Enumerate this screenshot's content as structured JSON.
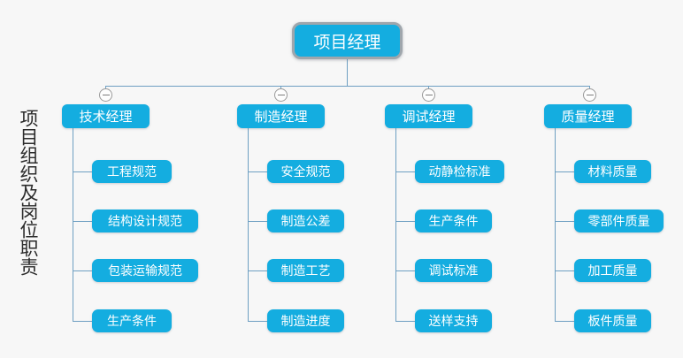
{
  "side_title": "项目组织及岗位职责",
  "colors": {
    "node_fill": "#14ade0",
    "node_text": "#ffffff",
    "connector": "#6e9fc2",
    "background": "#f7f7f7",
    "root_border": "#9fa6ac",
    "toggle_border": "#9a9a9a",
    "title_text": "#2b2b2b"
  },
  "root": {
    "label": "项目经理"
  },
  "branches": [
    {
      "label": "技术经理",
      "toggle": "collapse-minus-icon",
      "children": [
        {
          "label": "工程规范"
        },
        {
          "label": "结构设计规范"
        },
        {
          "label": "包装运输规范"
        },
        {
          "label": "生产条件"
        }
      ]
    },
    {
      "label": "制造经理",
      "toggle": "collapse-minus-icon",
      "children": [
        {
          "label": "安全规范"
        },
        {
          "label": "制造公差"
        },
        {
          "label": "制造工艺"
        },
        {
          "label": "制造进度"
        }
      ]
    },
    {
      "label": "调试经理",
      "toggle": "collapse-minus-icon",
      "children": [
        {
          "label": "动静检标准"
        },
        {
          "label": "生产条件"
        },
        {
          "label": "调试标准"
        },
        {
          "label": "送样支持"
        }
      ]
    },
    {
      "label": "质量经理",
      "toggle": "collapse-minus-icon",
      "children": [
        {
          "label": "材料质量"
        },
        {
          "label": "零部件质量"
        },
        {
          "label": "加工质量"
        },
        {
          "label": "板件质量"
        }
      ]
    }
  ]
}
